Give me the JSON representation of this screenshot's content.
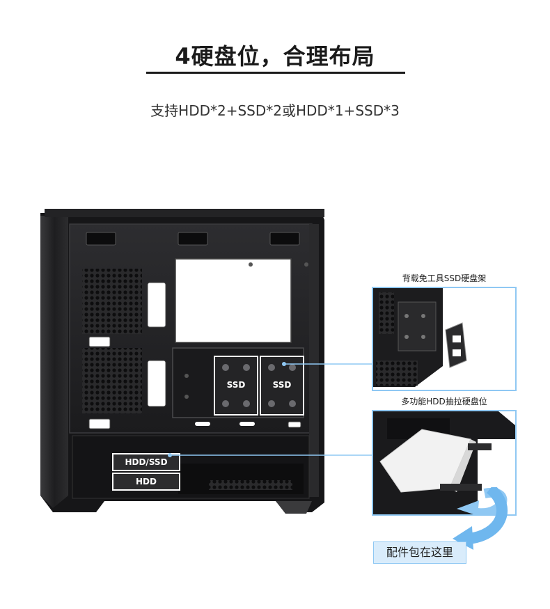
{
  "header": {
    "title": "4硬盘位，合理布局",
    "subtitle": "支持HDD*2+SSD*2或HDD*1+SSD*3"
  },
  "case": {
    "ssd_label_left": "SSD",
    "ssd_label_right": "SSD",
    "hdd_ssd_label": "HDD/SSD",
    "hdd_label": "HDD"
  },
  "insets": {
    "rear_ssd_caption": "背载免工具SSD硬盘架",
    "hdd_drawer_caption": "多功能HDD抽拉硬盘位"
  },
  "callout": {
    "text": "配件包在这里"
  },
  "colors": {
    "accent_blue": "#8fc8f3",
    "callout_bg": "#d9ecfb",
    "case_dark": "#1e1e20"
  }
}
